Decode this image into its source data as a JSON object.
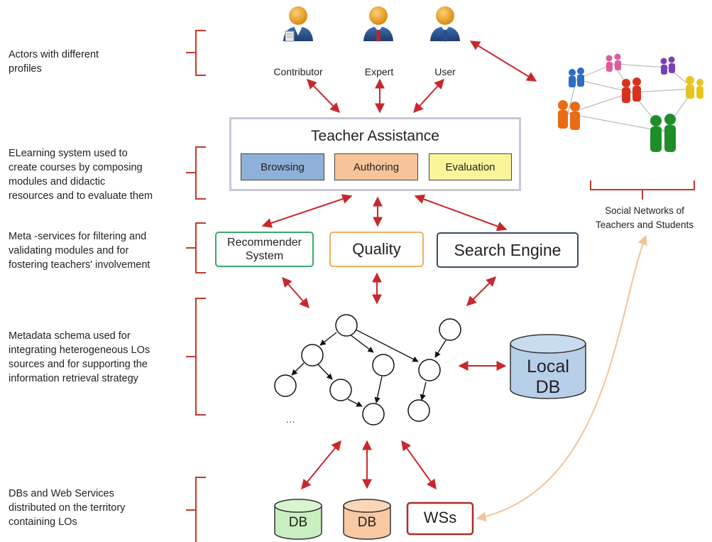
{
  "side_labels": [
    "Actors with different\nprofiles",
    "ELearning system used to\ncreate courses by composing\nmodules and  didactic\nresources and to evaluate them",
    "Meta -services for filtering and\nvalidating modules  and for\nfostering teachers' involvement",
    "Metadata schema used for\nintegrating heterogeneous LOs\nsources and for supporting the\ninformation retrieval strategy",
    "DBs and Web Services\ndistributed on the territory\ncontaining LOs"
  ],
  "actors": [
    "Contributor",
    "Expert",
    "User"
  ],
  "teacher_assistance": {
    "title": "Teacher Assistance",
    "tabs": [
      "Browsing",
      "Authoring",
      "Evaluation"
    ]
  },
  "services": {
    "recommender": "Recommender\nSystem",
    "quality": "Quality",
    "search": "Search Engine"
  },
  "graph": {
    "ellipsis": "…"
  },
  "local_db": "Local\nDB",
  "sources": [
    "DB",
    "DB",
    "WSs"
  ],
  "social_caption": "Social Networks of\nTeachers and Students",
  "colors": {
    "arrow": "#c8282d",
    "bracket": "#c0392b",
    "browsing": "#8fb0d8",
    "authoring": "#f7c49a",
    "evaluation": "#fbf59a",
    "recommender_border": "#3aa76d",
    "quality_border": "#f0b060",
    "search_border": "#3a4a6a",
    "local_db": "#b8cfe9",
    "db_green": "#c9efc0",
    "db_orange": "#f9c9a3",
    "ws_border": "#b22a2a",
    "social_curve": "#f6d3b0"
  }
}
